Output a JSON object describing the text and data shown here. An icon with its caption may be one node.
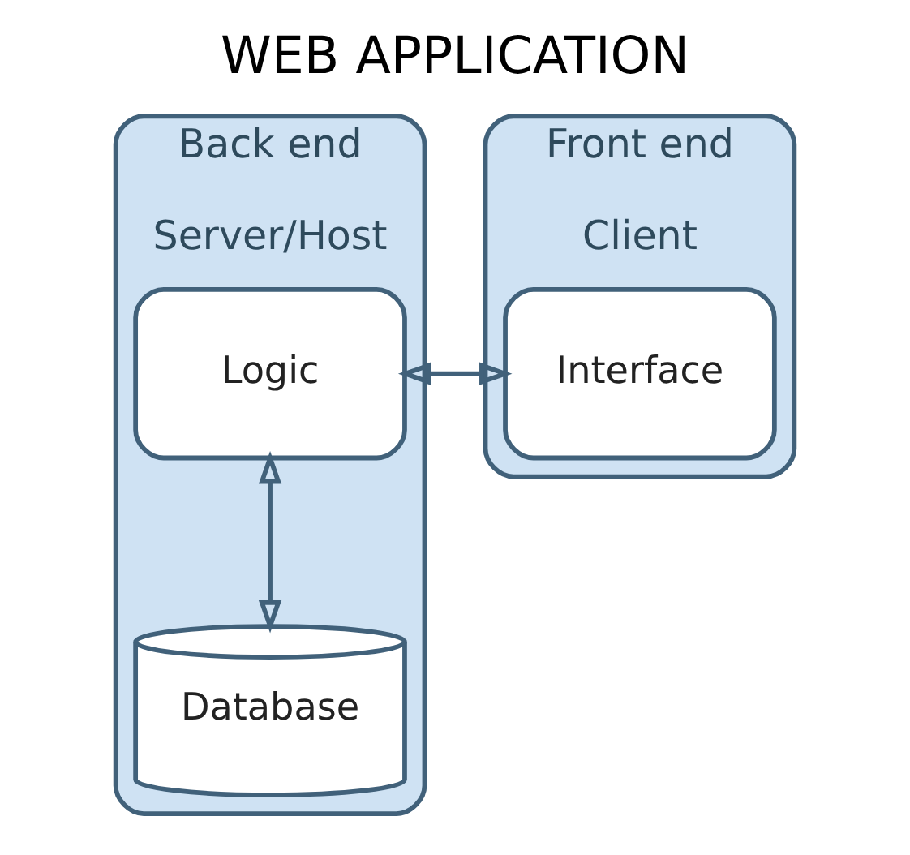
{
  "diagram": {
    "title": "WEB APPLICATION",
    "nodes": [
      {
        "text": [
          "Back end",
          "Server/Host"
        ]
      },
      {
        "text": [
          "Logic"
        ],
        "in": 0
      },
      {
        "text": [
          "Database"
        ],
        "in": 0
      },
      {
        "text": [
          "Front end",
          "Client"
        ]
      },
      {
        "text": [
          "Interface"
        ],
        "in": 3
      }
    ],
    "edges": [
      {
        "from": 1,
        "to": 4,
        "arrow": "both"
      },
      {
        "from": 1,
        "to": 2,
        "arrow": "both"
      }
    ]
  }
}
